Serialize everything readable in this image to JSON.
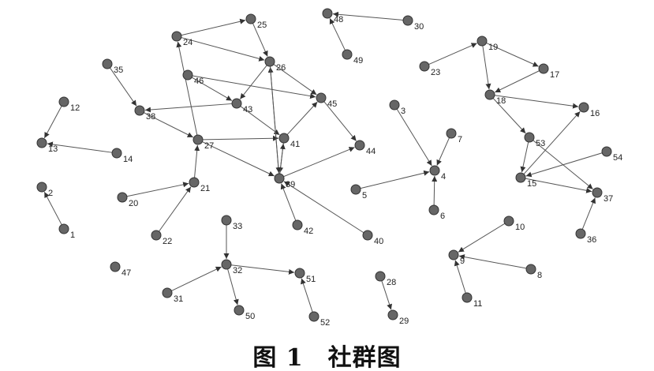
{
  "caption": "图 1　社群图",
  "graph": {
    "nodes": [
      {
        "id": "1"
      },
      {
        "id": "2"
      },
      {
        "id": "3"
      },
      {
        "id": "4"
      },
      {
        "id": "5"
      },
      {
        "id": "6"
      },
      {
        "id": "7"
      },
      {
        "id": "8"
      },
      {
        "id": "9"
      },
      {
        "id": "10"
      },
      {
        "id": "11"
      },
      {
        "id": "12"
      },
      {
        "id": "13"
      },
      {
        "id": "14"
      },
      {
        "id": "15"
      },
      {
        "id": "16"
      },
      {
        "id": "17"
      },
      {
        "id": "18"
      },
      {
        "id": "19"
      },
      {
        "id": "20"
      },
      {
        "id": "21"
      },
      {
        "id": "22"
      },
      {
        "id": "23"
      },
      {
        "id": "24"
      },
      {
        "id": "25"
      },
      {
        "id": "26"
      },
      {
        "id": "27"
      },
      {
        "id": "28"
      },
      {
        "id": "29"
      },
      {
        "id": "30"
      },
      {
        "id": "31"
      },
      {
        "id": "32"
      },
      {
        "id": "33"
      },
      {
        "id": "35"
      },
      {
        "id": "36"
      },
      {
        "id": "37"
      },
      {
        "id": "38"
      },
      {
        "id": "39"
      },
      {
        "id": "40"
      },
      {
        "id": "41"
      },
      {
        "id": "42"
      },
      {
        "id": "43"
      },
      {
        "id": "44"
      },
      {
        "id": "45"
      },
      {
        "id": "46"
      },
      {
        "id": "47"
      },
      {
        "id": "48"
      },
      {
        "id": "49"
      },
      {
        "id": "50"
      },
      {
        "id": "51"
      },
      {
        "id": "52"
      },
      {
        "id": "53"
      },
      {
        "id": "54"
      }
    ],
    "edges": [
      {
        "from": "12",
        "to": "13"
      },
      {
        "from": "14",
        "to": "13"
      },
      {
        "from": "1",
        "to": "2"
      },
      {
        "from": "35",
        "to": "38"
      },
      {
        "from": "43",
        "to": "38"
      },
      {
        "from": "38",
        "to": "27"
      },
      {
        "from": "46",
        "to": "43"
      },
      {
        "from": "46",
        "to": "45"
      },
      {
        "from": "26",
        "to": "43"
      },
      {
        "from": "26",
        "to": "45"
      },
      {
        "from": "25",
        "to": "26"
      },
      {
        "from": "24",
        "to": "25"
      },
      {
        "from": "24",
        "to": "26"
      },
      {
        "from": "27",
        "to": "24"
      },
      {
        "from": "21",
        "to": "27"
      },
      {
        "from": "20",
        "to": "21"
      },
      {
        "from": "22",
        "to": "21"
      },
      {
        "from": "27",
        "to": "41"
      },
      {
        "from": "27",
        "to": "39"
      },
      {
        "from": "43",
        "to": "41"
      },
      {
        "from": "41",
        "to": "45"
      },
      {
        "from": "41",
        "to": "39"
      },
      {
        "from": "39",
        "to": "41"
      },
      {
        "from": "39",
        "to": "26"
      },
      {
        "from": "26",
        "to": "39"
      },
      {
        "from": "39",
        "to": "44"
      },
      {
        "from": "45",
        "to": "44"
      },
      {
        "from": "42",
        "to": "39"
      },
      {
        "from": "40",
        "to": "39"
      },
      {
        "from": "49",
        "to": "48"
      },
      {
        "from": "30",
        "to": "48"
      },
      {
        "from": "3",
        "to": "4"
      },
      {
        "from": "7",
        "to": "4"
      },
      {
        "from": "5",
        "to": "4"
      },
      {
        "from": "6",
        "to": "4"
      },
      {
        "from": "23",
        "to": "19"
      },
      {
        "from": "19",
        "to": "18"
      },
      {
        "from": "19",
        "to": "17"
      },
      {
        "from": "17",
        "to": "18"
      },
      {
        "from": "18",
        "to": "16"
      },
      {
        "from": "18",
        "to": "53"
      },
      {
        "from": "53",
        "to": "15"
      },
      {
        "from": "53",
        "to": "37"
      },
      {
        "from": "15",
        "to": "16"
      },
      {
        "from": "54",
        "to": "15"
      },
      {
        "from": "15",
        "to": "37"
      },
      {
        "from": "36",
        "to": "37"
      },
      {
        "from": "10",
        "to": "9"
      },
      {
        "from": "8",
        "to": "9"
      },
      {
        "from": "11",
        "to": "9"
      },
      {
        "from": "33",
        "to": "32"
      },
      {
        "from": "31",
        "to": "32"
      },
      {
        "from": "32",
        "to": "50"
      },
      {
        "from": "32",
        "to": "51"
      },
      {
        "from": "52",
        "to": "51"
      },
      {
        "from": "28",
        "to": "29"
      }
    ]
  }
}
